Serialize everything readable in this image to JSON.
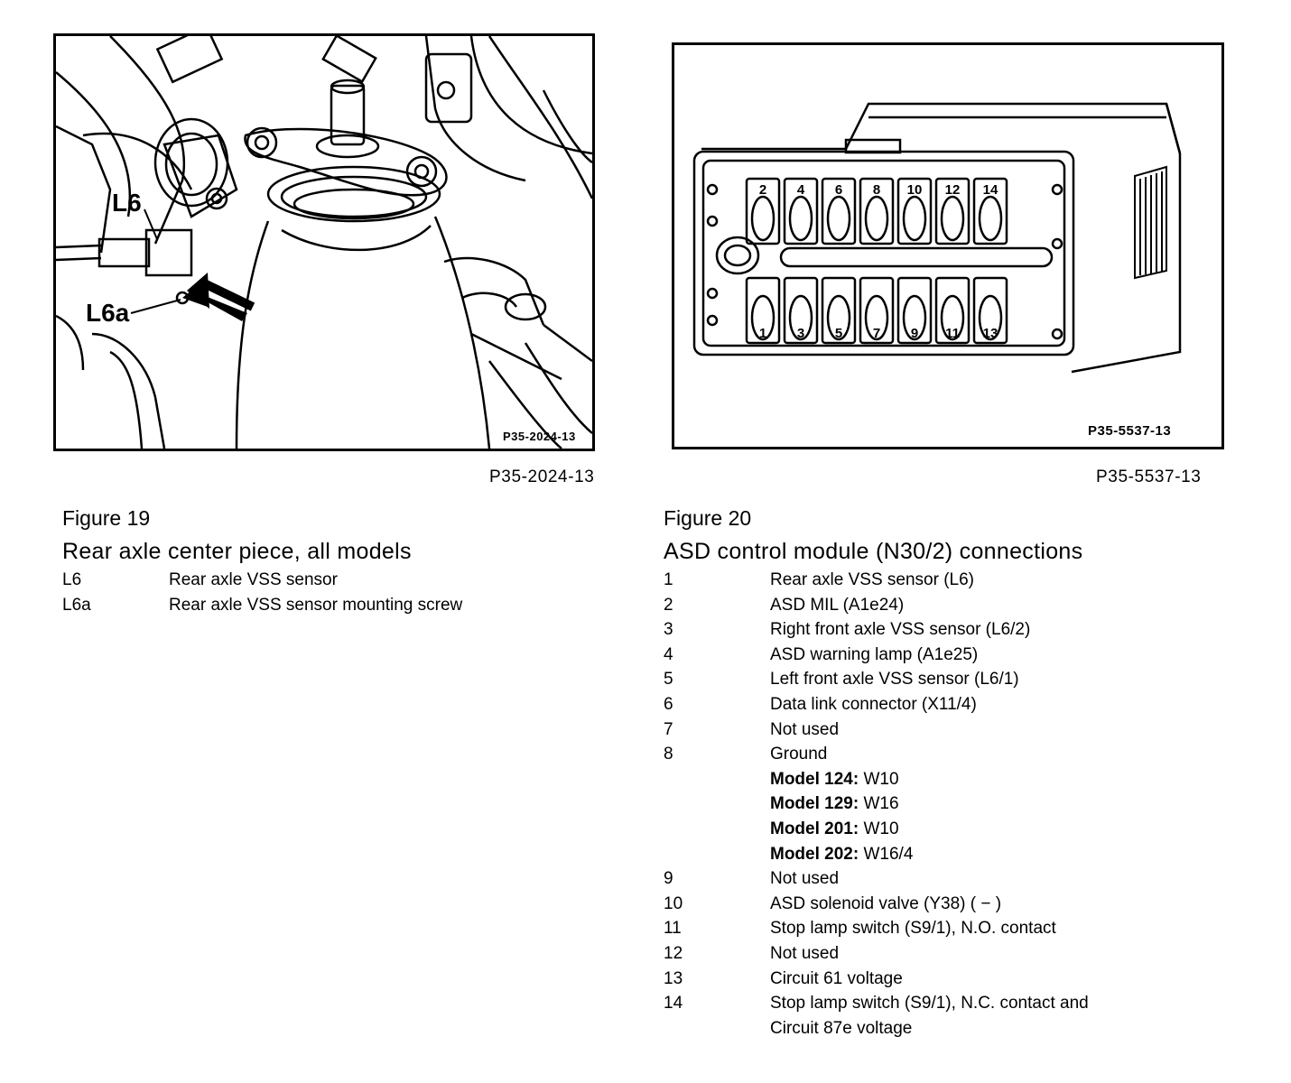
{
  "figure19": {
    "image_code": "P35-2024-13",
    "caption": "P35-2024-13",
    "callouts": {
      "l6": "L6",
      "l6a": "L6a"
    },
    "label": "Figure 19",
    "title": "Rear axle center piece, all models",
    "legend": [
      {
        "key": "L6",
        "text": "Rear axle VSS sensor"
      },
      {
        "key": "L6a",
        "text": "Rear axle VSS sensor mounting screw"
      }
    ]
  },
  "figure20": {
    "image_code": "P35-5537-13",
    "caption": "P35-5537-13",
    "pins_top": [
      "2",
      "4",
      "6",
      "8",
      "10",
      "12",
      "14"
    ],
    "pins_bottom": [
      "1",
      "3",
      "5",
      "7",
      "9",
      "11",
      "13"
    ],
    "label": "Figure 20",
    "title": "ASD control module (N30/2) connections",
    "legend": [
      {
        "key": "1",
        "text": "Rear axle VSS sensor (L6)"
      },
      {
        "key": "2",
        "text": "ASD MIL (A1e24)"
      },
      {
        "key": "3",
        "text": "Right front axle VSS sensor (L6/2)"
      },
      {
        "key": "4",
        "text": "ASD warning lamp (A1e25)"
      },
      {
        "key": "5",
        "text": "Left front axle VSS sensor (L6/1)"
      },
      {
        "key": "6",
        "text": "Data link connector (X11/4)"
      },
      {
        "key": "7",
        "text": "Not used"
      },
      {
        "key": "8",
        "text": "Ground"
      },
      {
        "key": "",
        "bold": "Model 124:",
        "text": " W10"
      },
      {
        "key": "",
        "bold": "Model 129:",
        "text": " W16"
      },
      {
        "key": "",
        "bold": "Model 201:",
        "text": " W10"
      },
      {
        "key": "",
        "bold": "Model 202:",
        "text": " W16/4"
      },
      {
        "key": "9",
        "text": "Not used"
      },
      {
        "key": "10",
        "text": "ASD solenoid valve (Y38) ( − )"
      },
      {
        "key": "11",
        "text": "Stop lamp switch (S9/1), N.O. contact"
      },
      {
        "key": "12",
        "text": "Not used"
      },
      {
        "key": "13",
        "text": "Circuit 61 voltage"
      },
      {
        "key": "14",
        "text": "Stop lamp switch (S9/1), N.C. contact and"
      },
      {
        "key": "",
        "text": "Circuit 87e voltage"
      }
    ]
  }
}
